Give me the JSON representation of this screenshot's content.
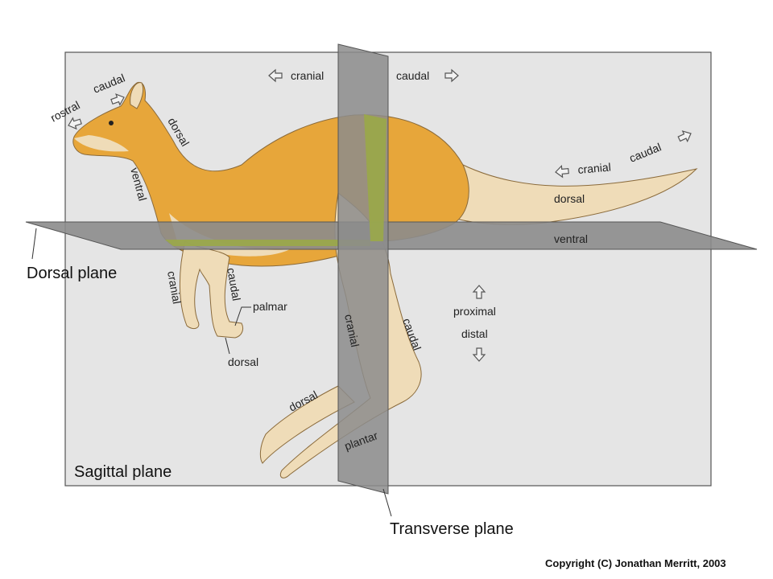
{
  "labels": {
    "sagittal_plane": "Sagittal plane",
    "dorsal_plane": "Dorsal plane",
    "transverse_plane": "Transverse plane",
    "copyright": "Copyright (C) Jonathan Merritt, 2003",
    "head_rostral": "rostral",
    "head_caudal": "caudal",
    "neck_dorsal": "dorsal",
    "neck_ventral": "ventral",
    "top_cranial": "cranial",
    "top_caudal": "caudal",
    "tail_cranial": "cranial",
    "tail_caudal": "caudal",
    "tail_dorsal": "dorsal",
    "tail_ventral": "ventral",
    "foreleg_cranial": "cranial",
    "foreleg_caudal": "caudal",
    "palmar": "palmar",
    "forepaw_dorsal": "dorsal",
    "hindleg_cranial": "cranial",
    "hindleg_caudal": "caudal",
    "hindfoot_dorsal": "dorsal",
    "plantar": "plantar",
    "proximal": "proximal",
    "distal": "distal"
  },
  "colors": {
    "sagittal_fill": "#e5e5e5",
    "plane_gray": "#8c8c8c",
    "overlap_green": "#9aa848",
    "body_orange": "#e7a63a",
    "body_light": "#efdcb8"
  },
  "icons": [
    "arrow-left-icon",
    "arrow-right-icon",
    "arrow-up-icon",
    "arrow-down-icon"
  ]
}
